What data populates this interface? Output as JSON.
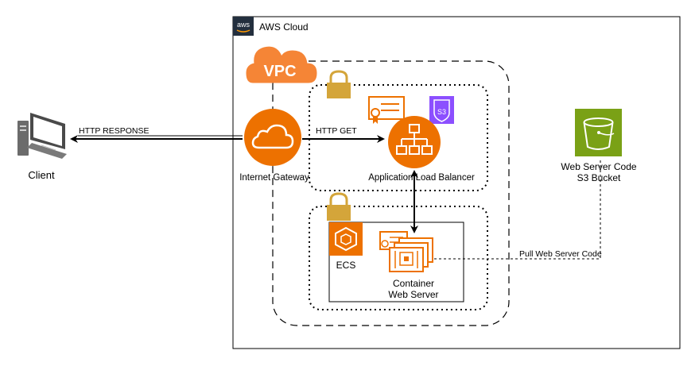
{
  "diagram": {
    "aws_cloud": {
      "label": "AWS Cloud",
      "logo_text": "aws"
    },
    "vpc": {
      "label": "VPC"
    },
    "client": {
      "label": "Client"
    },
    "internet_gateway": {
      "label": "Internet Gateway"
    },
    "load_balancer": {
      "label": "Application Load Balancer"
    },
    "ecs": {
      "label": "ECS"
    },
    "container": {
      "label_line1": "Container",
      "label_line2": "Web Server"
    },
    "s3_bucket": {
      "label_line1": "Web Server Code",
      "label_line2": "S3 Bucket"
    },
    "s3_badge": {
      "label": "S3"
    },
    "edges": {
      "http_response": "HTTP RESPONSE",
      "http_get": "HTTP GET",
      "pull_code": "Pull Web Server Code"
    }
  },
  "colors": {
    "aws_orange": "#ED7100",
    "vpc_orange": "#F58536",
    "lock_gold": "#D4A53A",
    "s3_green": "#7AA116",
    "purple": "#8C4FFF"
  },
  "icons": [
    "computer-icon",
    "aws-logo-icon",
    "vpc-cloud-icon",
    "lock-icon",
    "internet-gateway-icon",
    "load-balancer-icon",
    "certificate-icon",
    "route53-shield-icon",
    "ecs-icon",
    "ec2-container-icon",
    "s3-bucket-icon"
  ]
}
